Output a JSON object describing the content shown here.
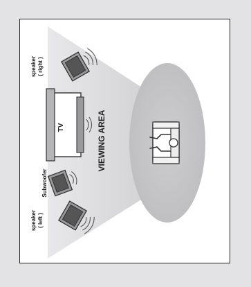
{
  "labels": {
    "speaker_right_line1": "speaker",
    "speaker_right_line2": "( right )",
    "speaker_left_line1": "speaker",
    "speaker_left_line2": "( left )",
    "subwoofer": "Subwoofer",
    "tv": "TV",
    "viewing_area": "VIEWING AREA"
  },
  "colors": {
    "page_background": "#e3e3e5",
    "frame_background": "#ffffff",
    "frame_border": "#222222",
    "viewing_area_ellipse": "#c6c6c8",
    "sound_cone": "#dcdcde",
    "device_dark": "#555555",
    "device_light": "#9a9a9c"
  },
  "icons": {
    "speaker_right": "speaker-icon",
    "speaker_left": "speaker-icon",
    "subwoofer": "subwoofer-icon",
    "tv": "tv-icon",
    "listener": "seated-person-icon"
  }
}
